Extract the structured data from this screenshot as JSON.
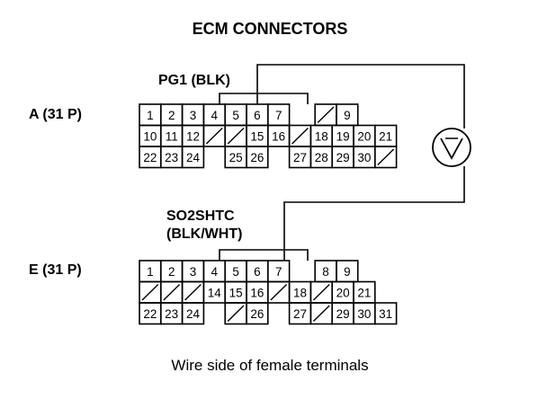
{
  "title": "ECM CONNECTORS",
  "caption": "Wire side of female terminals",
  "meter_symbol": "voltmeter-icon",
  "connectors": [
    {
      "id": "A",
      "label": "A (31 P)",
      "probe_label_lines": [
        "PG1 (BLK)"
      ],
      "probe_pin": 4,
      "rows": [
        [
          "1",
          "2",
          "3",
          "4",
          "5",
          "6",
          "7",
          null,
          "/",
          "9"
        ],
        [
          "10",
          "11",
          "12",
          "/",
          "/",
          "15",
          "16",
          "/",
          "18",
          "19",
          "20",
          "21"
        ],
        [
          "22",
          "23",
          "24",
          null,
          "25",
          "26",
          null,
          "27",
          "28",
          "29",
          "30",
          "/"
        ]
      ]
    },
    {
      "id": "E",
      "label": "E (31 P)",
      "probe_label_lines": [
        "SO2SHTC",
        "(BLK/WHT)"
      ],
      "probe_pin": 6,
      "rows": [
        [
          "1",
          "2",
          "3",
          "4",
          "5",
          "6",
          "7",
          null,
          "8",
          "9"
        ],
        [
          "/",
          "/",
          "/",
          "14",
          "15",
          "16",
          "/",
          "18",
          "/",
          "20",
          "21"
        ],
        [
          "22",
          "23",
          "24",
          null,
          "/",
          "26",
          null,
          "27",
          "/",
          "29",
          "30",
          "31"
        ]
      ]
    }
  ]
}
